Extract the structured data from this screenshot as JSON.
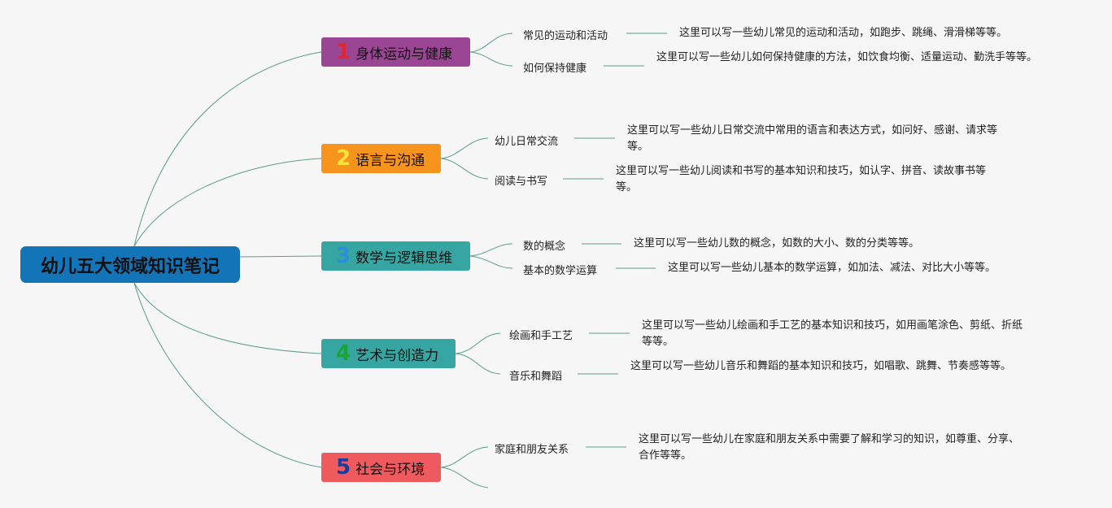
{
  "root": {
    "title": "幼儿五大领域知识笔记",
    "color": "#1474b8"
  },
  "branches": [
    {
      "number": "1",
      "title": "身体运动与健康",
      "color": "#9b4595",
      "number_color": "#e0262f",
      "topics": [
        {
          "label": "常见的运动和活动",
          "desc": "这里可以写一些幼儿常见的运动和活动，如跑步、跳绳、滑滑梯等等。"
        },
        {
          "label": "如何保持健康",
          "desc": "这里可以写一些幼儿如何保持健康的方法，如饮食均衡、适量运动、勤洗手等等。"
        }
      ]
    },
    {
      "number": "2",
      "title": "语言与沟通",
      "color": "#f7941d",
      "number_color": "#f6e23a",
      "topics": [
        {
          "label": "幼儿日常交流",
          "desc": "这里可以写一些幼儿日常交流中常用的语言和表达方式，如问好、感谢、请求等等。"
        },
        {
          "label": "阅读与书写",
          "desc": "这里可以写一些幼儿阅读和书写的基本知识和技巧，如认字、拼音、读故事书等等。"
        }
      ]
    },
    {
      "number": "3",
      "title": "数学与逻辑思维",
      "color": "#37a5a1",
      "number_color": "#2a8fd4",
      "topics": [
        {
          "label": "数的概念",
          "desc": "这里可以写一些幼儿数的概念，如数的大小、数的分类等等。"
        },
        {
          "label": "基本的数学运算",
          "desc": "这里可以写一些幼儿基本的数学运算，如加法、减法、对比大小等等。"
        }
      ]
    },
    {
      "number": "4",
      "title": "艺术与创造力",
      "color": "#37a5a1",
      "number_color": "#1aa33a",
      "topics": [
        {
          "label": "绘画和手工艺",
          "desc": "这里可以写一些幼儿绘画和手工艺的基本知识和技巧，如用画笔涂色、剪纸、折纸等等。"
        },
        {
          "label": "音乐和舞蹈",
          "desc": "这里可以写一些幼儿音乐和舞蹈的基本知识和技巧，如唱歌、跳舞、节奏感等等。"
        }
      ]
    },
    {
      "number": "5",
      "title": "社会与环境",
      "color": "#ef5a5f",
      "number_color": "#1f3b9c",
      "topics": [
        {
          "label": "家庭和朋友关系",
          "desc": "这里可以写一些幼儿在家庭和朋友关系中需要了解和学习的知识，如尊重、分享、合作等等。"
        }
      ]
    }
  ],
  "line_color": "#5a9a8e"
}
